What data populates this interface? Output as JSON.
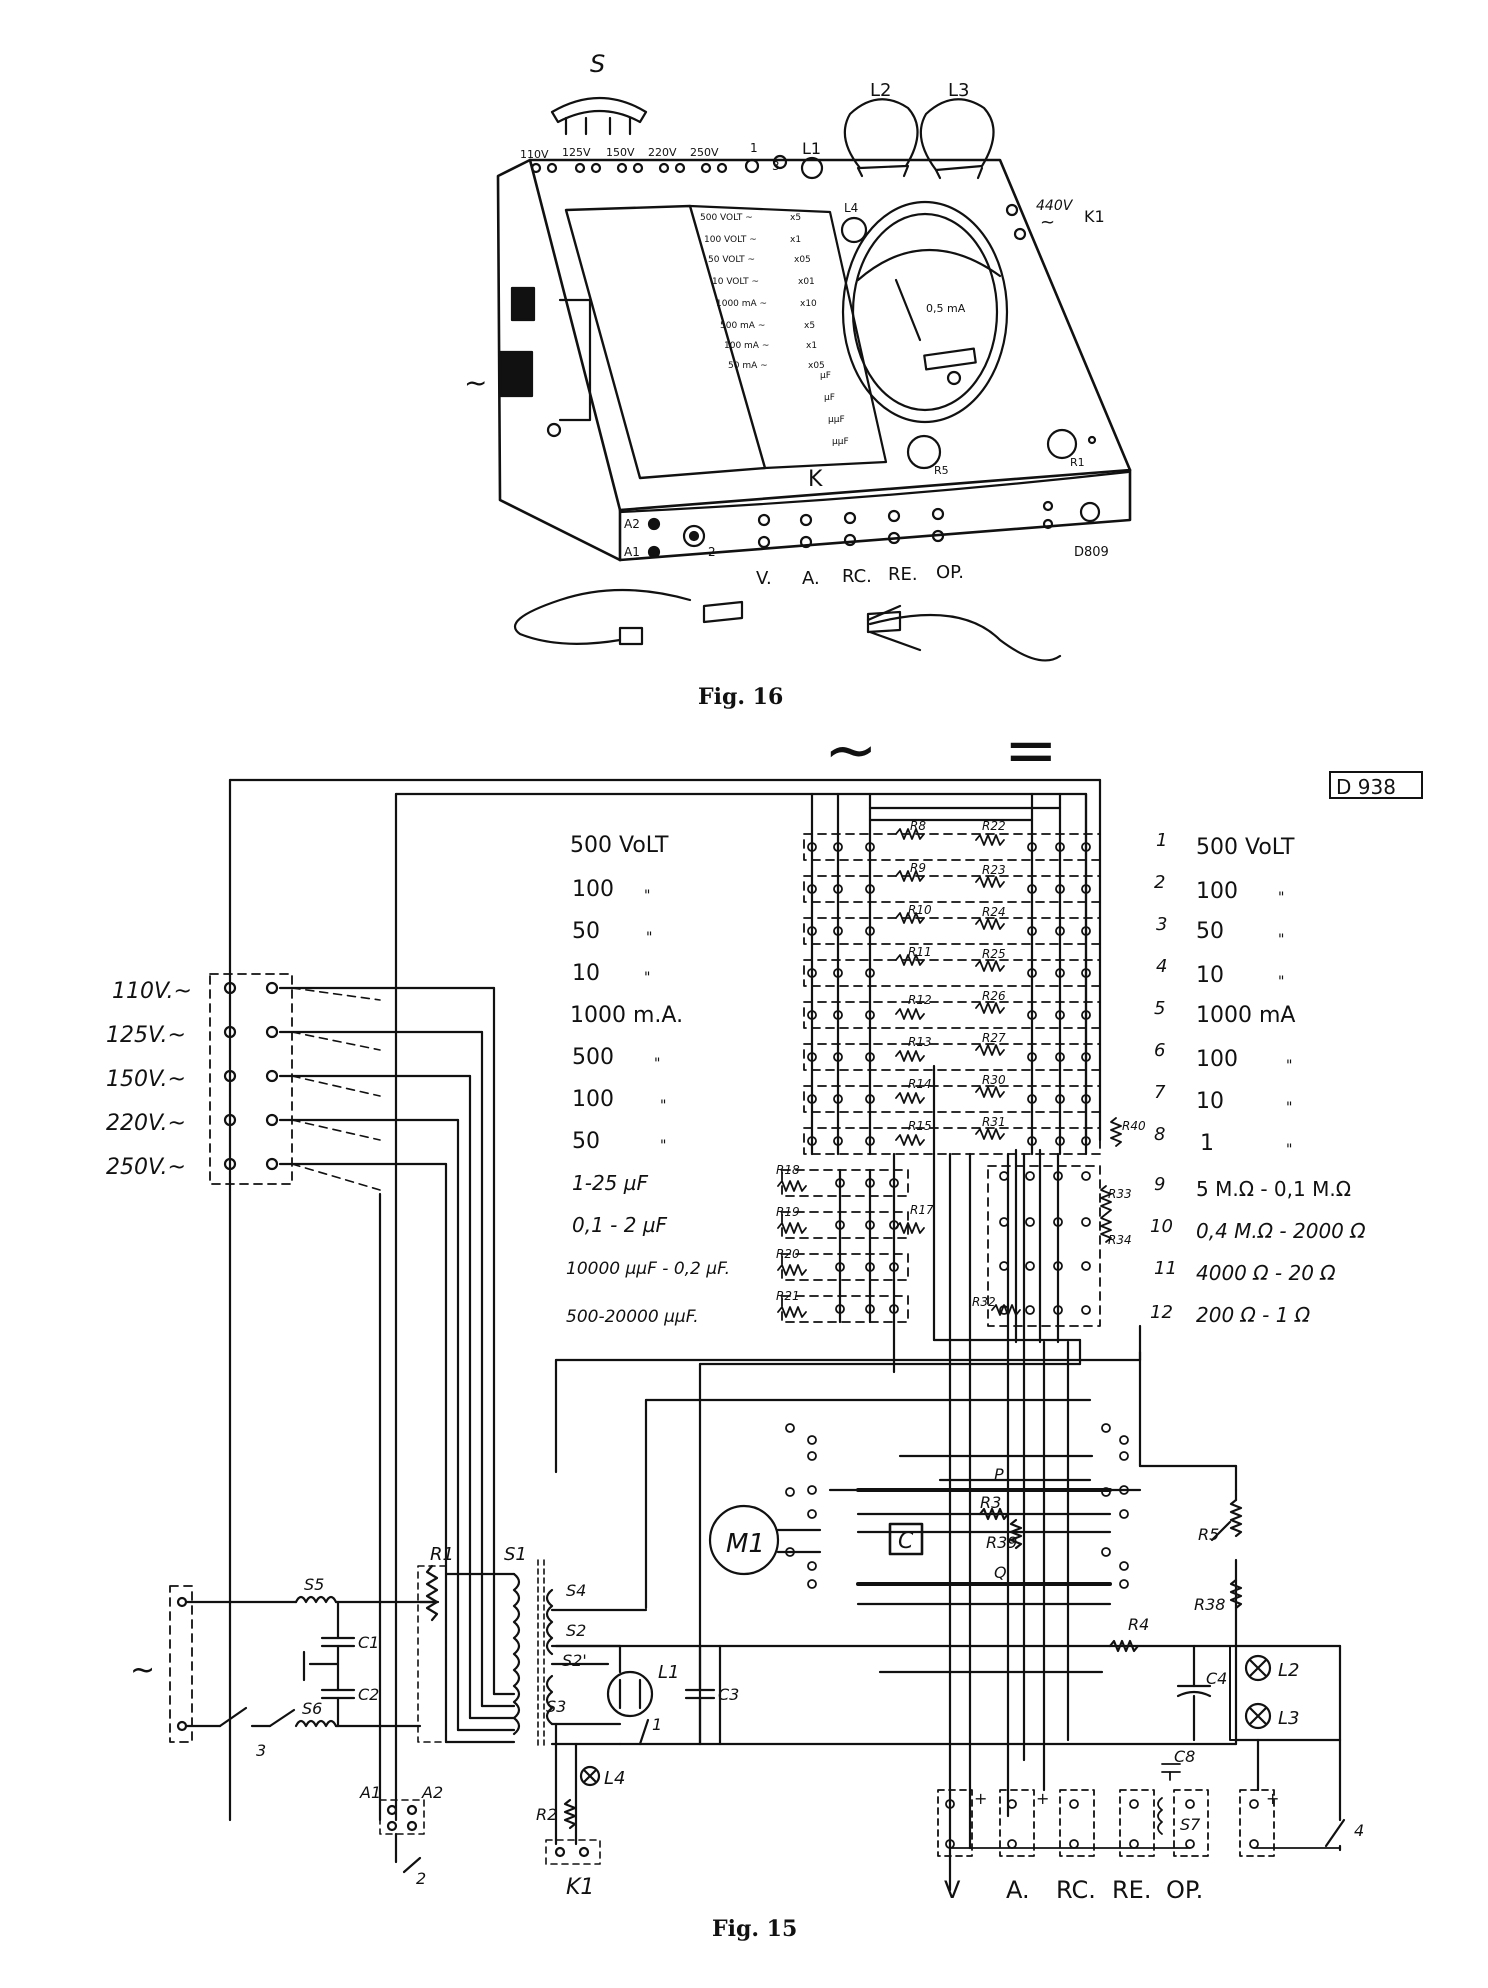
{
  "fig16": {
    "caption": "Fig. 16",
    "plug_label": "S",
    "lamp_labels": [
      "L2",
      "L3"
    ],
    "lamp_l1": "L1",
    "lamp_l4": "L4",
    "top_voltages": [
      "110V",
      "125V",
      "150V",
      "220V",
      "250V"
    ],
    "top_numbers": [
      "1",
      "3"
    ],
    "label_440": "440V",
    "label_k1": "K1",
    "ac_symbol": "~",
    "knob_labels": [
      "R5",
      "R1"
    ],
    "switch_label": "K",
    "socket_labels": [
      "A2",
      "A1"
    ],
    "knob_2": "2",
    "code": "D809",
    "scale_rows": [
      "500 VOLT ~",
      "100 VOLT ~",
      "50 VOLT ~",
      "10 VOLT ~",
      "1000 mA ~",
      "500 mA ~",
      "100 mA ~",
      "50 mA ~",
      "µF",
      "µF",
      "µµF",
      "µµF"
    ],
    "scale_factors": [
      "x5",
      "x1",
      "x05",
      "x01",
      "x10",
      "x5",
      "x1",
      "x05"
    ],
    "meter_unit": "0,5 mA",
    "terminal_labels": [
      "V.",
      "A.",
      "RC.",
      "RE.",
      "OP."
    ]
  },
  "fig15": {
    "caption": "Fig. 15",
    "code": "D 938",
    "ac_symbol": "~",
    "dc_symbol": "=",
    "left_ranges": [
      "500 VoLT",
      "100",
      "50",
      "10",
      "1000 m.A.",
      "500",
      "100",
      "50",
      "1-25 µF",
      "0,1 - 2 µF",
      "10000 µµF - 0,2 µF.",
      "500-20000 µµF."
    ],
    "ditto": "\"",
    "right_numbers": [
      "1",
      "2",
      "3",
      "4",
      "5",
      "6",
      "7",
      "8",
      "9",
      "10",
      "11",
      "12"
    ],
    "right_ranges": [
      "500 VoLT",
      "100",
      "50",
      "10",
      "1000 mA",
      "100",
      "10",
      "1",
      "5 M.Ω - 0,1 M.Ω",
      "0,4 M.Ω - 2000 Ω",
      "4000 Ω - 20 Ω",
      "200 Ω - 1 Ω"
    ],
    "mains_taps": [
      "110V.~",
      "125V.~",
      "150V.~",
      "220V.~",
      "250V.~"
    ],
    "resistors_left": [
      "R8",
      "R9",
      "R10",
      "R11",
      "R12",
      "R13",
      "R14",
      "R15"
    ],
    "resistors_right": [
      "R22",
      "R23",
      "R24",
      "R25",
      "R26",
      "R27",
      "R30",
      "R31"
    ],
    "resistors_cap": [
      "R18",
      "R19",
      "R20",
      "R21"
    ],
    "resistor_r17": "R17",
    "resistor_r40": "R40",
    "resistors_ohm": [
      "R33",
      "R34",
      "R32"
    ],
    "component_labels": {
      "s1": "S1",
      "s2": "S2",
      "s2p": "S2'",
      "s3": "S3",
      "s4": "S4",
      "s5": "S5",
      "s6": "S6",
      "s7": "S7",
      "c1": "C1",
      "c2": "C2",
      "c3": "C3",
      "c4": "C4",
      "c8": "C8",
      "r1": "R1",
      "r2": "R2",
      "r3": "R3",
      "r4": "R4",
      "r5": "R5",
      "r38": "R38",
      "r39": "R39",
      "l1": "L1",
      "l2": "L2",
      "l3": "L3",
      "l4": "L4",
      "m1": "M1",
      "c": "C",
      "p": "P",
      "q": "Q",
      "a1": "A1",
      "a2": "A2",
      "k1": "K1",
      "sw1": "1",
      "sw2": "2",
      "sw3": "3",
      "sw4": "4"
    },
    "plus": "+",
    "terminal_labels": [
      "V",
      "A.",
      "RC.",
      "RE.",
      "OP."
    ]
  }
}
